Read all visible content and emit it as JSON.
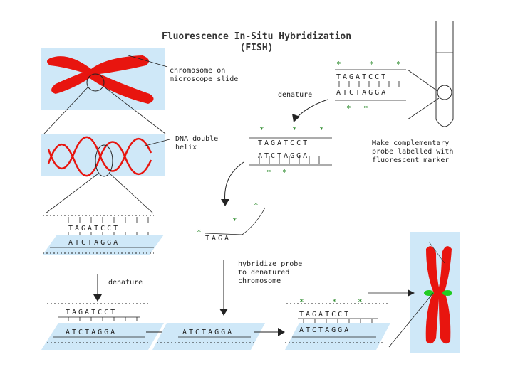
{
  "title": {
    "line1": "Fluorescence In-Situ Hybridization",
    "line2": "(FISH)"
  },
  "labels": {
    "chromosome": "chromosome on\nmicroscope slide",
    "denature_top": "denature",
    "dna_helix": "DNA double\nhelix",
    "make_probe": "Make complementary\nprobe labelled with\nfluorescent marker",
    "denature_left": "denature",
    "hybridize": "hybridize probe\nto denatured\nchromosome"
  },
  "sequences": {
    "top": "TAGATCCT",
    "bottom": "ATCTAGGA",
    "probe_curve": "TAGA"
  },
  "colors": {
    "chromosome": "#e8150f",
    "slide": "#cfe8f8",
    "star": "#2a8a2a",
    "marker": "#22cc22"
  },
  "icons": [
    "test-tube-icon",
    "fluorescent-star-icon",
    "arrow-icon"
  ]
}
